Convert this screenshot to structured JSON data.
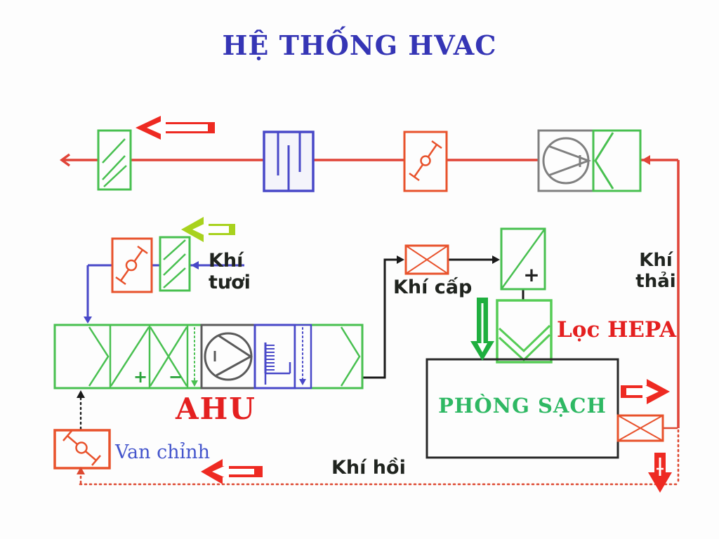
{
  "title": "HỆ THỐNG HVAC",
  "labels": {
    "fresh_air": "Khí\ntươi",
    "supply_air": "Khí cấp",
    "exhaust_air": "Khí\nthải",
    "return_air": "Khí hồi",
    "hepa": "Lọc HEPA",
    "clean_room": "PHÒNG SẠCH",
    "ahu": "AHU",
    "control_valve": "Van chỉnh"
  },
  "symbols": {
    "heating_coil_sign": "+",
    "cooling_coil_sign": "−",
    "reheat_coil_sign": "+"
  },
  "component_icons": [
    "exhaust-louvre-icon",
    "silencer-icon",
    "exhaust-damper-icon",
    "exhaust-fan-icon",
    "fan-outlet-connector-icon",
    "fresh-air-damper-icon",
    "fresh-air-louvre-icon",
    "ahu-mixing-damper-icon",
    "ahu-heating-coil-icon",
    "ahu-cooling-coil-icon",
    "ahu-filter-icon",
    "ahu-supply-fan-icon",
    "ahu-humidifier-icon",
    "ahu-eliminator-icon",
    "ahu-discharge-damper-icon",
    "supply-damper-icon",
    "reheat-coil-icon",
    "hepa-filter-icon",
    "room-exhaust-damper-icon",
    "return-control-valve-icon"
  ],
  "colors": {
    "title_blue": "#3535b5",
    "duct_red": "#e04438",
    "arrow_red": "#ee2a22",
    "damper_orange": "#e8522c",
    "component_green": "#48c050",
    "hepa_green": "#55cc55",
    "silencer_blue": "#4848c8",
    "fan_gray": "#808080",
    "fresh_arrow_yellowgreen": "#a8d21e",
    "hepa_arrow_green": "#1faf3f",
    "label_dark": "#20241f",
    "label_red": "#e42020",
    "cleanroom_green": "#2eb863",
    "valve_label_blue": "#4455cc",
    "return_dotted_red": "#dd4830"
  }
}
